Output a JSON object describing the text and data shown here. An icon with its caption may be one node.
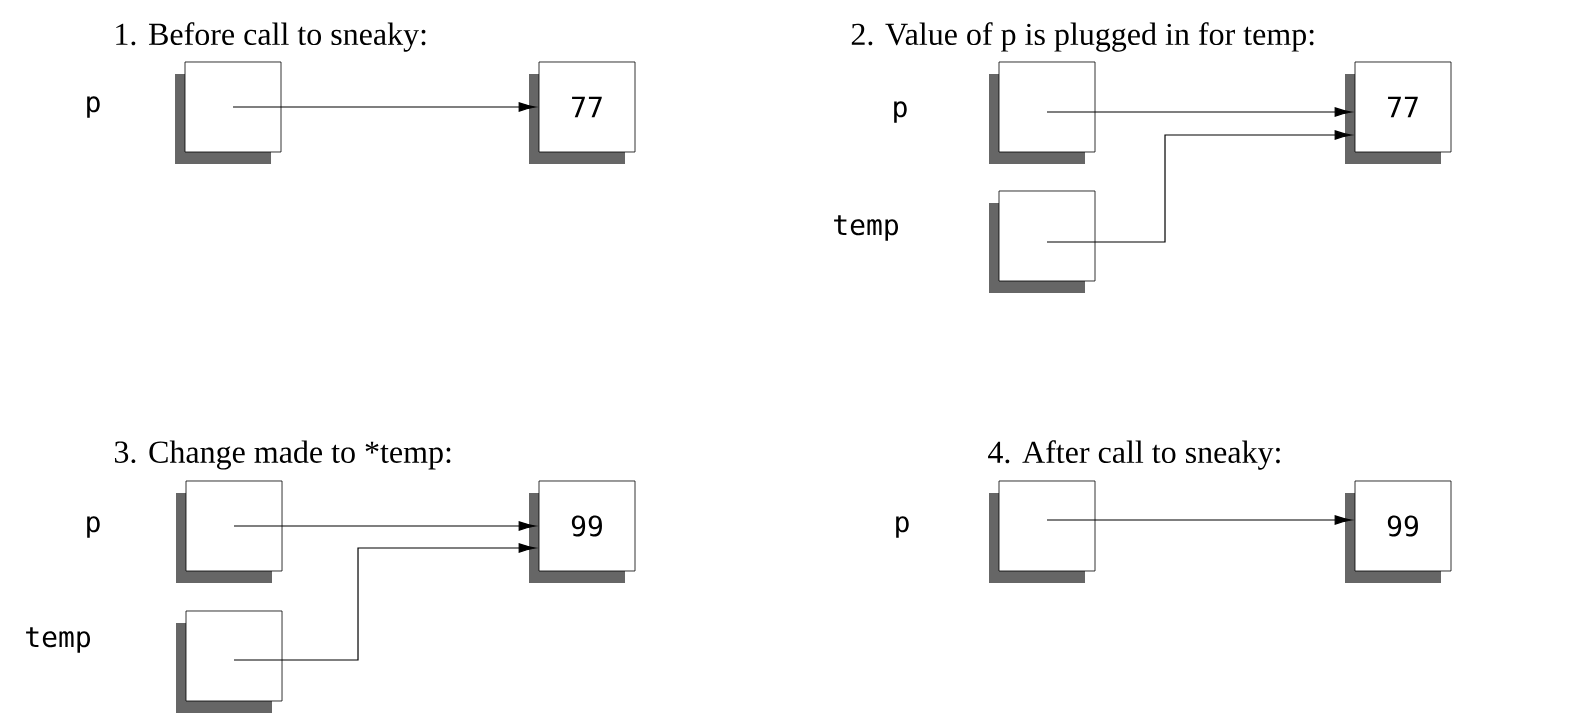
{
  "diagram": {
    "nodes": [
      {
        "text": [],
        "shape": "box",
        "beside": [
          "p"
        ]
      },
      {
        "text": [
          "77"
        ]
      },
      {
        "text": [],
        "shape": "box",
        "beside": [
          "p"
        ]
      },
      {
        "text": [],
        "shape": "box",
        "beside": [
          "temp"
        ]
      },
      {
        "text": [
          "77"
        ]
      },
      {
        "text": [],
        "shape": "box",
        "beside": [
          "p"
        ]
      },
      {
        "text": [],
        "shape": "box",
        "beside": [
          "temp"
        ]
      },
      {
        "text": [
          "99"
        ]
      },
      {
        "text": [],
        "shape": "box",
        "beside": [
          "p"
        ]
      },
      {
        "text": [
          "99"
        ]
      }
    ],
    "edges": [
      {
        "from": 0,
        "to": 1,
        "arrow": "to"
      },
      {
        "from": 2,
        "to": 4,
        "arrow": "to"
      },
      {
        "from": 3,
        "to": 4,
        "arrow": "to"
      },
      {
        "from": 5,
        "to": 7,
        "arrow": "to"
      },
      {
        "from": 6,
        "to": 7,
        "arrow": "to"
      },
      {
        "from": 8,
        "to": 9,
        "arrow": "to"
      }
    ],
    "labels": [
      "1.  Before call to sneaky:",
      "2.  Value of p is plugged in for temp:",
      "3.  Change made to *temp:",
      "4.  After call to sneaky:"
    ]
  }
}
